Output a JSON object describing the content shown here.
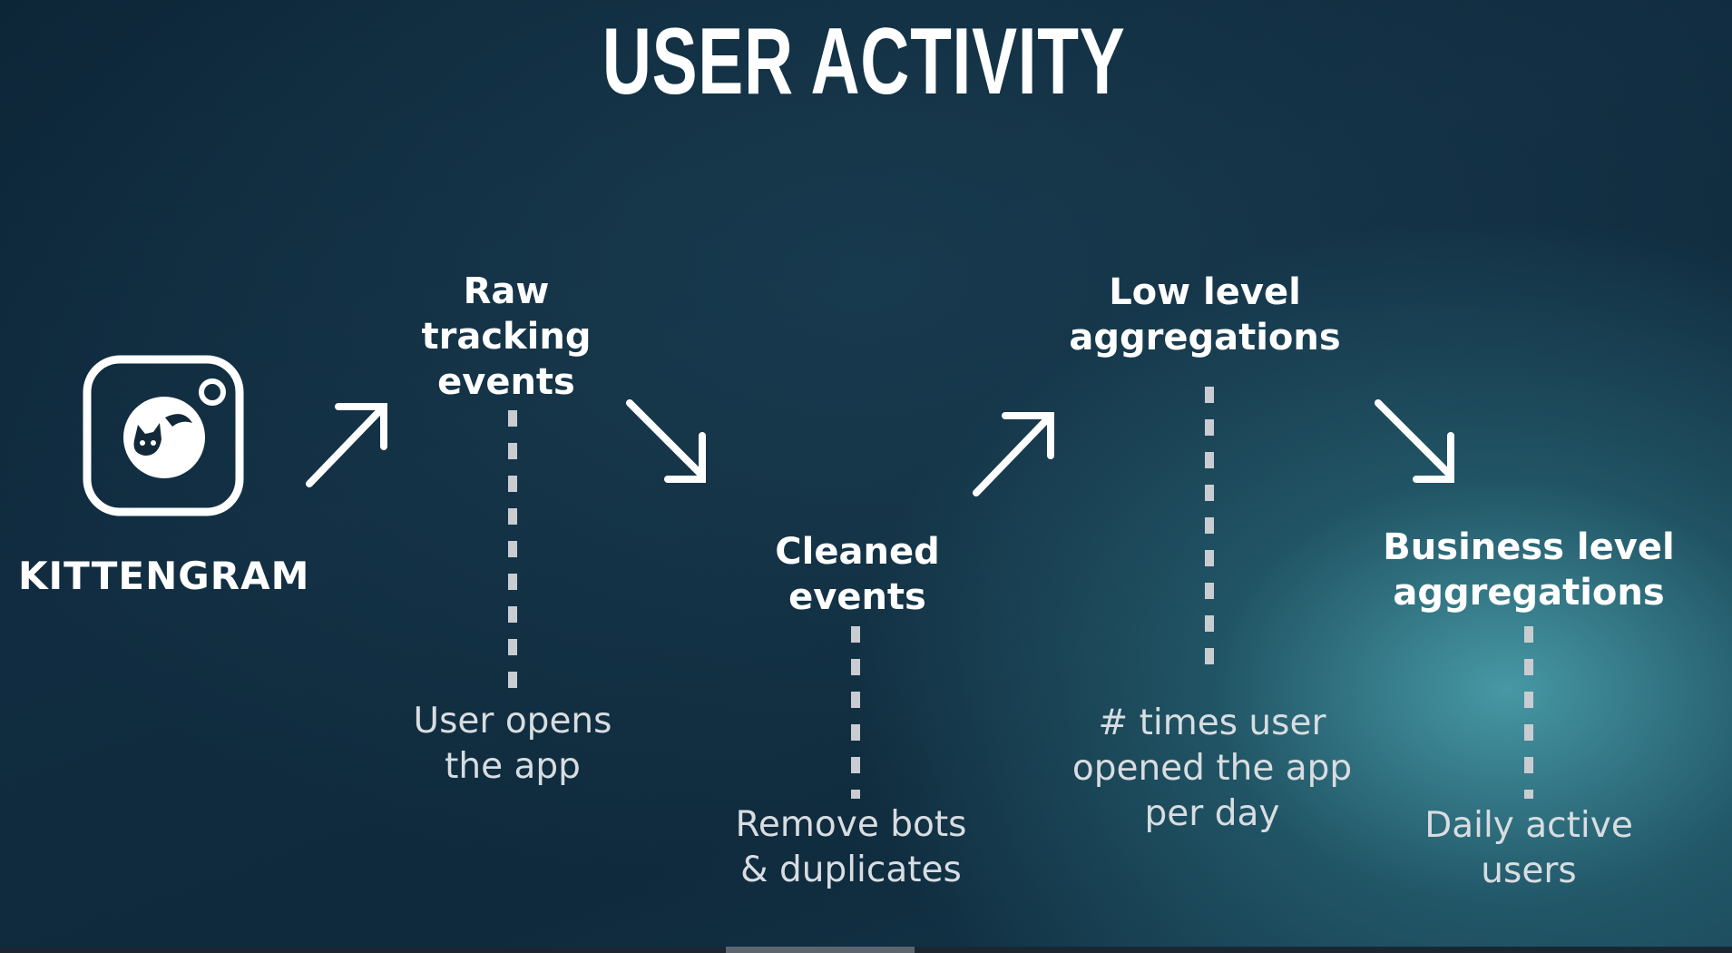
{
  "title": "USER ACTIVITY",
  "app": {
    "name": "KITTENGRAM",
    "icon": "cat-camera-icon"
  },
  "stages": [
    {
      "title": "Raw\ntracking\nevents",
      "description": "User opens\nthe app"
    },
    {
      "title": "Cleaned\nevents",
      "description": "Remove bots\n& duplicates"
    },
    {
      "title": "Low level\naggregations",
      "description": "# times user\nopened the app\nper day"
    },
    {
      "title": "Business level\naggregations",
      "description": "Daily active\nusers"
    }
  ],
  "colors": {
    "text": "#ffffff",
    "description_text": "#d8dde1",
    "dotted_line": "#c9cdd1",
    "background_dark": "#0c2436",
    "background_accent": "#4a9eaa"
  }
}
